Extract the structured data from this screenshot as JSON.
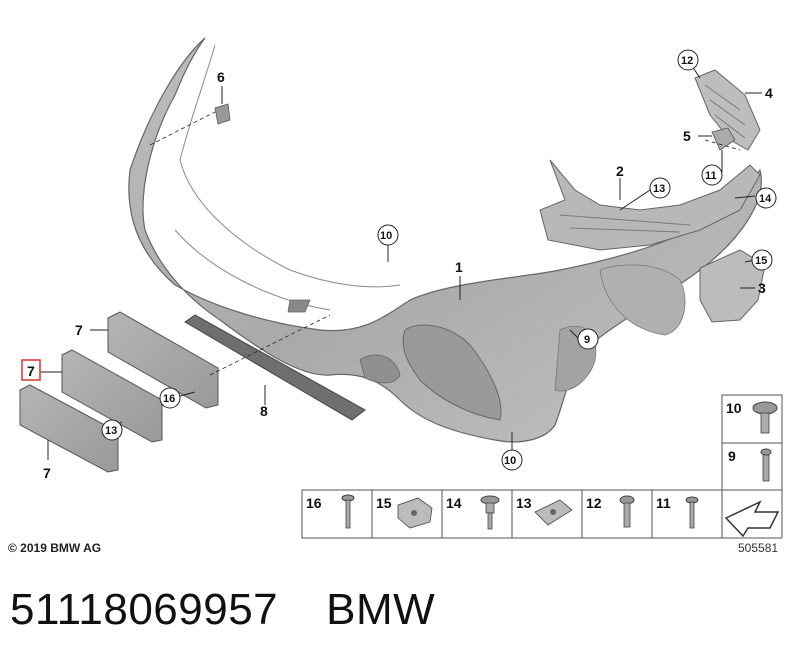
{
  "copyright": "© 2019 BMW AG",
  "diagram_ref": "505581",
  "part_number": "51118069957",
  "brand": "BMW",
  "callouts": {
    "c1": "1",
    "c2": "2",
    "c3": "3",
    "c4": "4",
    "c5": "5",
    "c6": "6",
    "c7a": "7",
    "c7b": "7",
    "c7c": "7",
    "c8": "8"
  },
  "circled": {
    "n9": "9",
    "n10a": "10",
    "n10b": "10",
    "n11": "11",
    "n12": "12",
    "n13a": "13",
    "n13b": "13",
    "n14": "14",
    "n15": "15",
    "n16": "16"
  },
  "fastener_table": {
    "row1": [
      "16",
      "15",
      "14",
      "13",
      "12",
      "11"
    ],
    "side": [
      "10",
      "9"
    ]
  }
}
